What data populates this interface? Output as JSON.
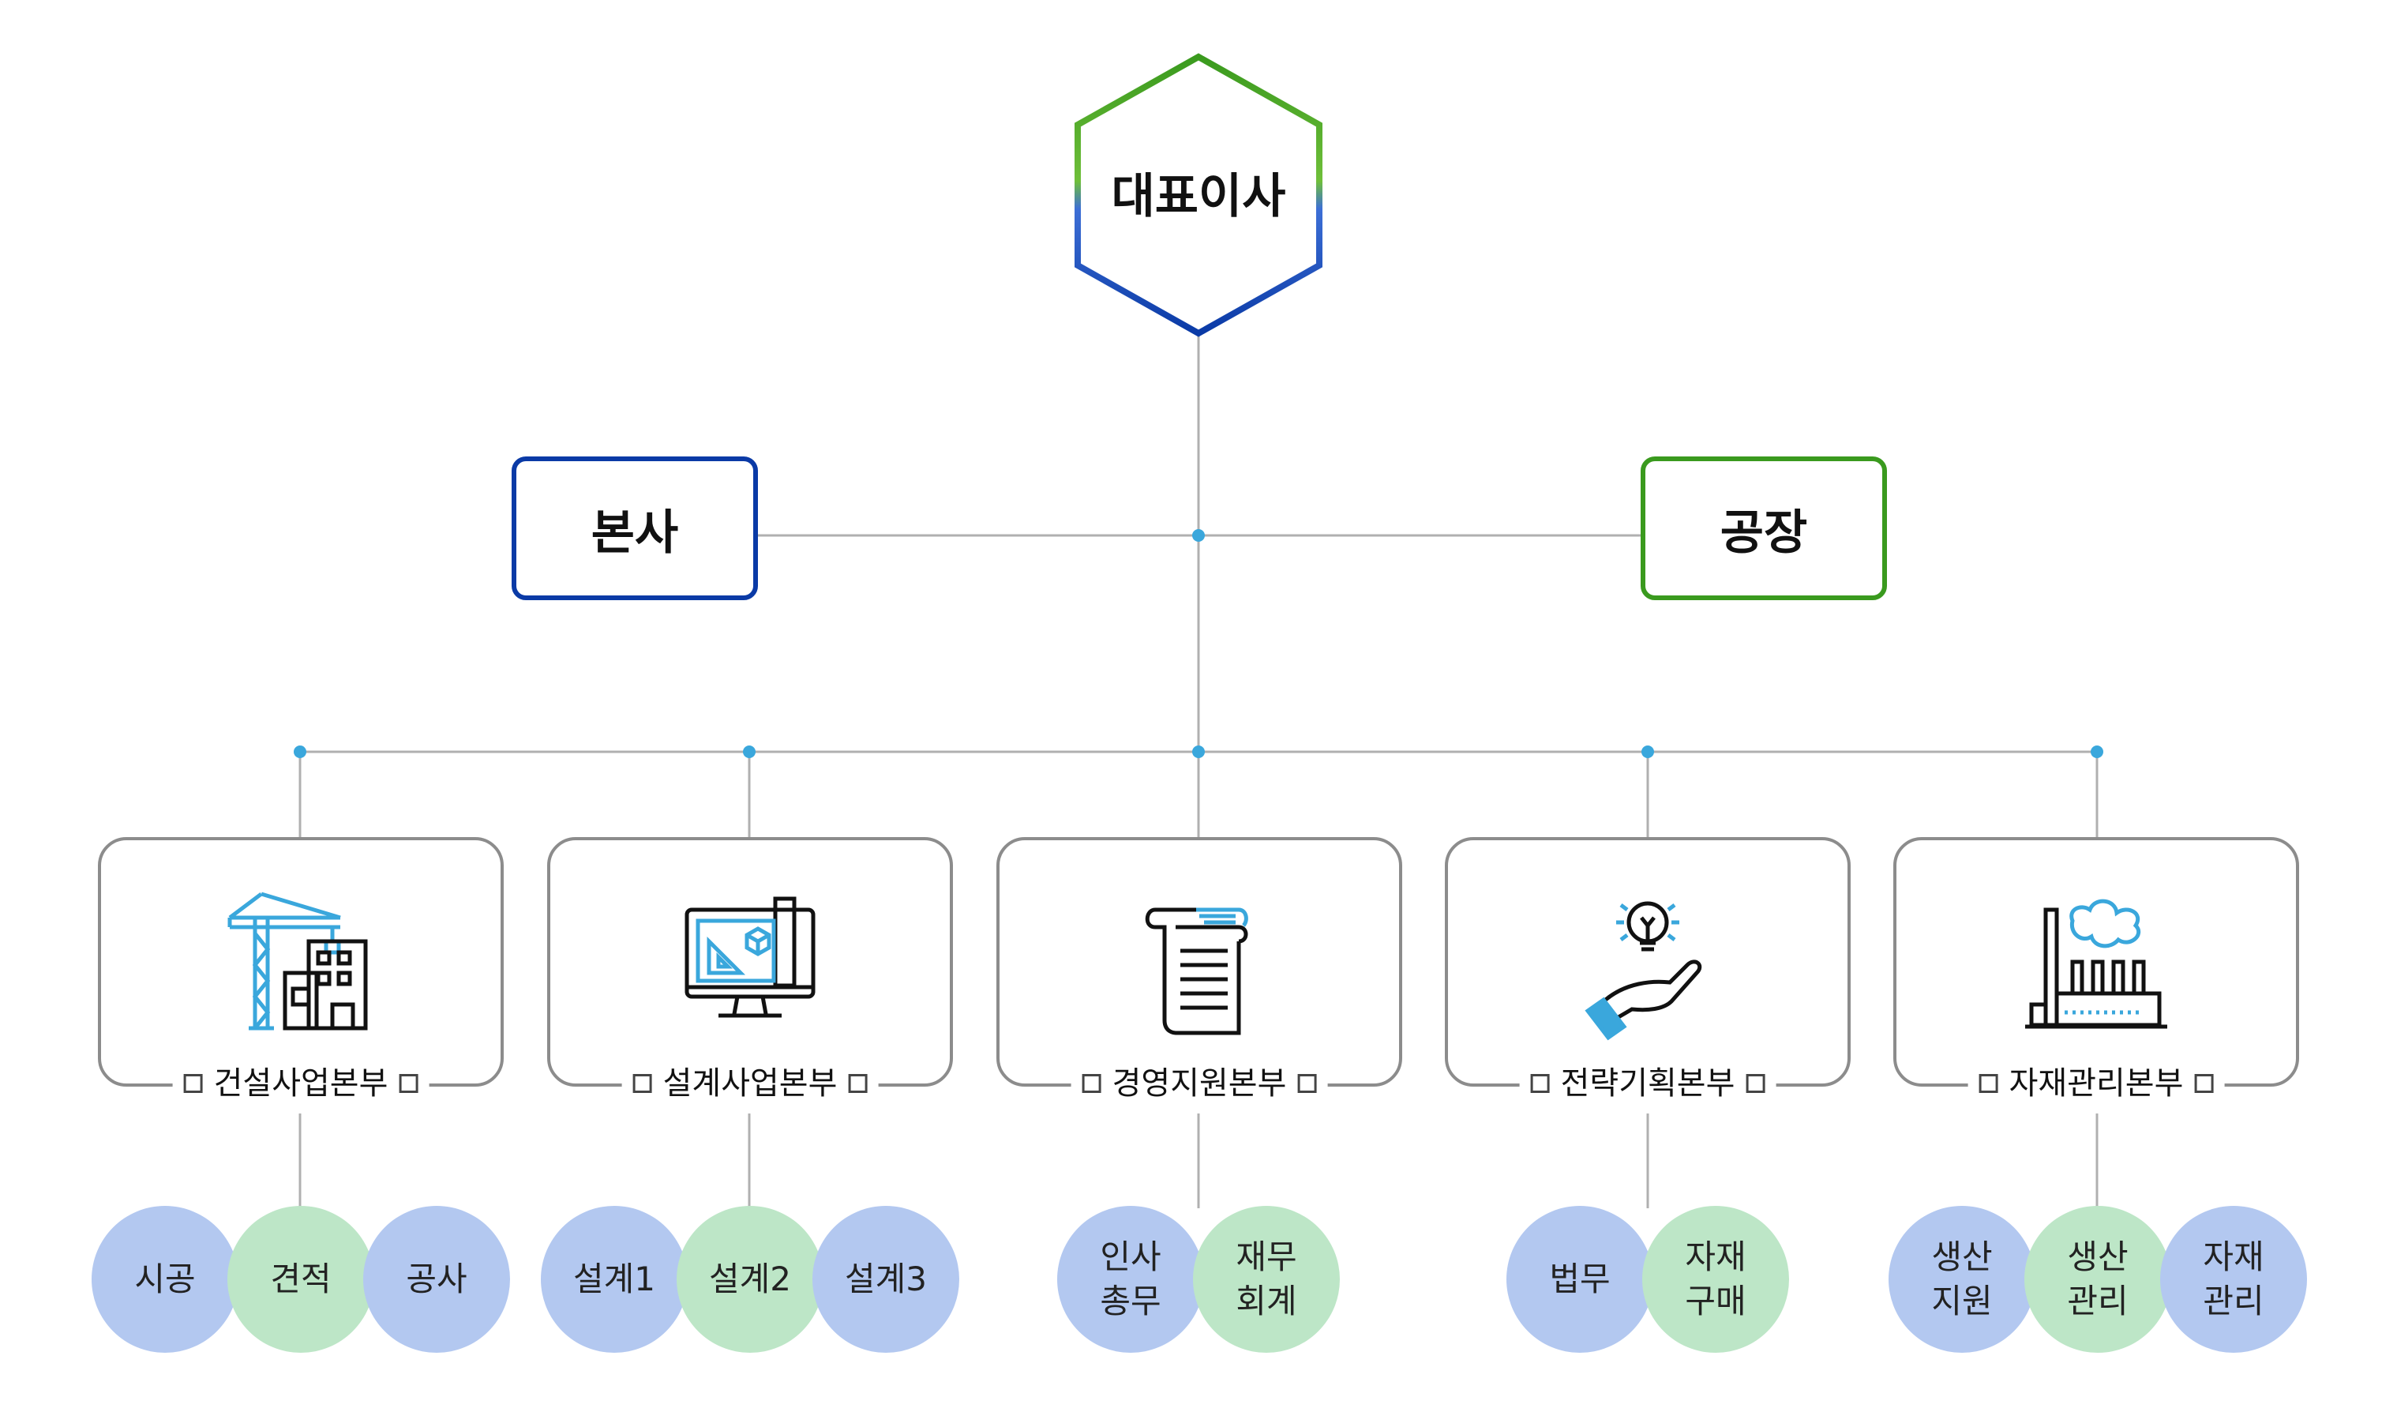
{
  "ceo": {
    "label": "대표이사"
  },
  "head_office": {
    "label": "본사"
  },
  "factory": {
    "label": "공장"
  },
  "colors": {
    "blue": "#0a3aa6",
    "green": "#3a9a1e",
    "line": "#b0b0b0",
    "dot": "#3aa7dc",
    "team_blue": "#b3c8f0",
    "team_green": "#bde6c7"
  },
  "departments": [
    {
      "label": "건설사업본부",
      "icon": "crane-building-icon",
      "teams": [
        {
          "label": "시공"
        },
        {
          "label": "견적"
        },
        {
          "label": "공사"
        }
      ]
    },
    {
      "label": "설계사업본부",
      "icon": "design-monitor-icon",
      "teams": [
        {
          "label": "설계1"
        },
        {
          "label": "설계2"
        },
        {
          "label": "설계3"
        }
      ]
    },
    {
      "label": "경영지원본부",
      "icon": "document-scroll-icon",
      "teams": [
        {
          "label": "인사\n총무"
        },
        {
          "label": "재무\n회계"
        }
      ]
    },
    {
      "label": "전략기획본부",
      "icon": "idea-hand-icon",
      "teams": [
        {
          "label": "법무"
        },
        {
          "label": "자재\n구매"
        }
      ]
    },
    {
      "label": "자재관리본부",
      "icon": "factory-icon",
      "teams": [
        {
          "label": "생산\n지원"
        },
        {
          "label": "생산\n관리"
        },
        {
          "label": "자재\n관리"
        }
      ]
    }
  ]
}
